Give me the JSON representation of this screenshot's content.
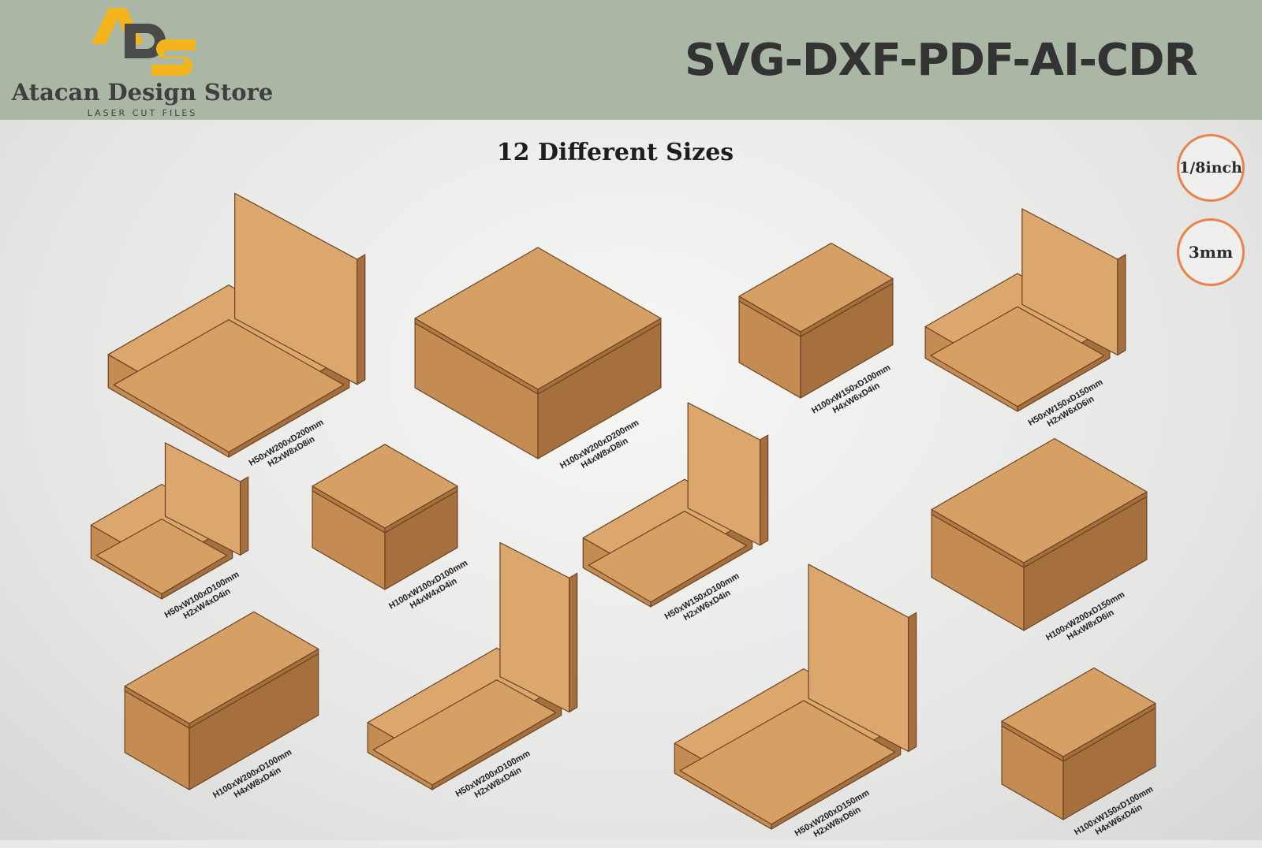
{
  "header": {
    "logo_initials": "ADS",
    "store_name": "Atacan Design Store",
    "store_tagline": "LASER CUT FILES",
    "formats": "SVG-DXF-PDF-AI-CDR"
  },
  "headline": "12 Different Sizes",
  "thickness_badges": [
    "1/8inch",
    "3mm"
  ],
  "colors": {
    "header_bg": "#a9b7a4",
    "badge_ring": "#e8834c",
    "logo_yellow": "#f4b51c",
    "logo_gray": "#4a4a4a",
    "wood": "#c98f56"
  },
  "boxes": [
    {
      "metric": "H50xW200xD200mm",
      "imperial": "H2xW8xD8in",
      "state": "open"
    },
    {
      "metric": "H100xW200xD200mm",
      "imperial": "H4xW8xD8in",
      "state": "closed"
    },
    {
      "metric": "H100xW150xD100mm",
      "imperial": "H4xW6xD4in",
      "state": "closed"
    },
    {
      "metric": "H50xW150xD150mm",
      "imperial": "H2xW6xD6in",
      "state": "open"
    },
    {
      "metric": "H50xW100xD100mm",
      "imperial": "H2xW4xD4in",
      "state": "open"
    },
    {
      "metric": "H100xW100xD100mm",
      "imperial": "H4xW4xD4in",
      "state": "closed"
    },
    {
      "metric": "H50xW150xD100mm",
      "imperial": "H2xW6xD4in",
      "state": "open"
    },
    {
      "metric": "H100xW200xD150mm",
      "imperial": "H4xW8xD6in",
      "state": "closed"
    },
    {
      "metric": "H100xW200xD100mm",
      "imperial": "H4xW8xD4in",
      "state": "closed"
    },
    {
      "metric": "H50xW200xD100mm",
      "imperial": "H2xW8xD4in",
      "state": "open"
    },
    {
      "metric": "H50xW200xD150mm",
      "imperial": "H2xW8xD6in",
      "state": "open"
    },
    {
      "metric": "H100xW150xD100mm",
      "imperial": "H4xW6xD4in",
      "state": "closed"
    }
  ]
}
